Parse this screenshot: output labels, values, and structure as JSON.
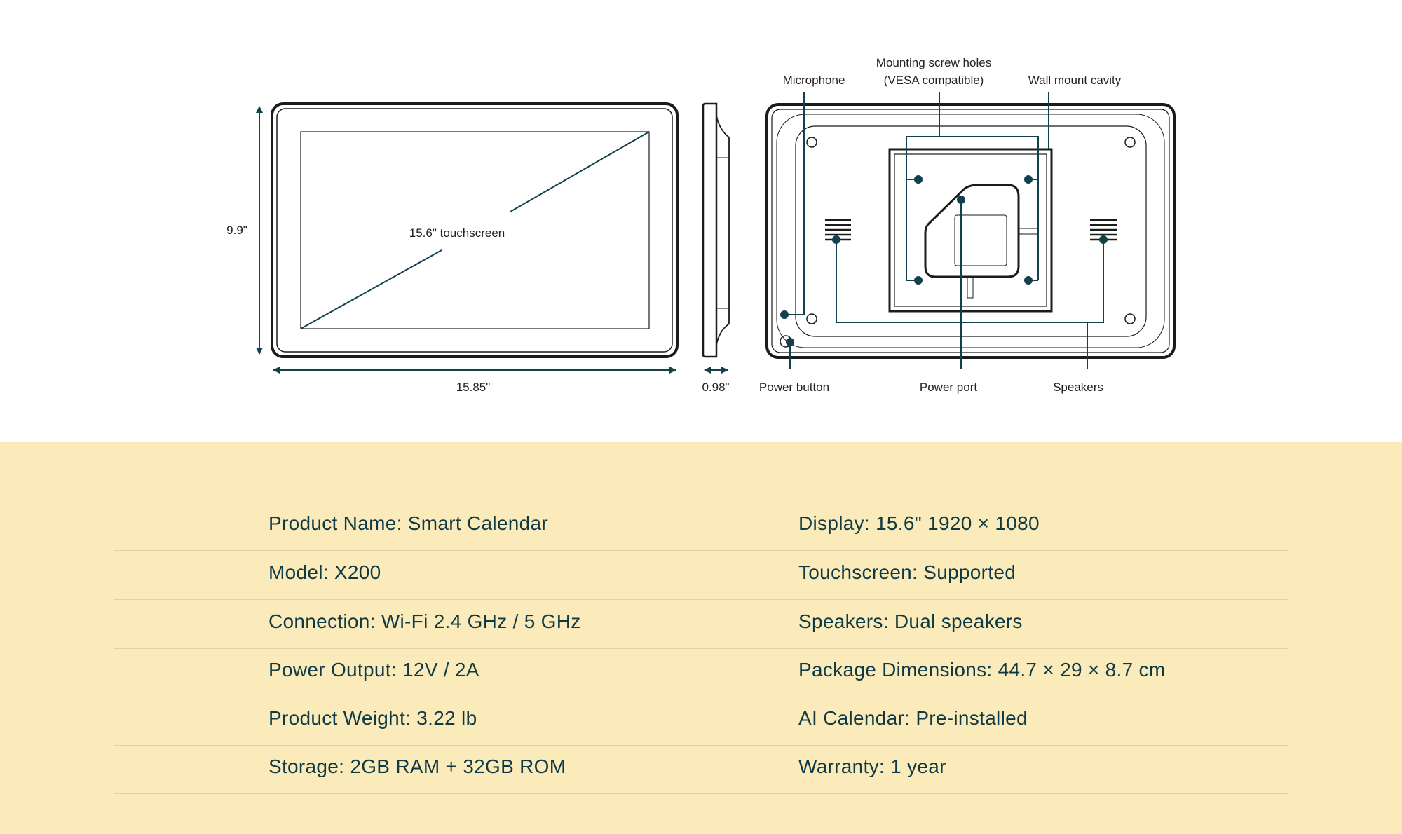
{
  "diagram": {
    "front": {
      "screen_label": "15.6\" touchscreen",
      "height_label": "9.9\"",
      "width_label": "15.85\""
    },
    "side": {
      "depth_label": "0.98\""
    },
    "back": {
      "microphone": "Microphone",
      "mounting_line1": "Mounting screw holes",
      "mounting_line2": "(VESA compatible)",
      "wall_mount": "Wall mount cavity",
      "power_button": "Power button",
      "power_port": "Power port",
      "speakers": "Speakers"
    },
    "colors": {
      "accent": "#12404d",
      "specs_bg": "#fbebbb"
    }
  },
  "specs": [
    {
      "left": "Product Name: Smart Calendar",
      "right": "Display: 15.6\" 1920 × 1080"
    },
    {
      "left": "Model: X200",
      "right": "Touchscreen: Supported"
    },
    {
      "left": "Connection: Wi-Fi 2.4 GHz / 5 GHz",
      "right": "Speakers: Dual speakers"
    },
    {
      "left": "Power Output: 12V / 2A",
      "right": "Package Dimensions: 44.7 × 29 × 8.7 cm"
    },
    {
      "left": "Product Weight: 3.22 lb",
      "right": "AI Calendar: Pre-installed"
    },
    {
      "left": "Storage: 2GB RAM + 32GB ROM",
      "right": "Warranty: 1 year"
    }
  ]
}
